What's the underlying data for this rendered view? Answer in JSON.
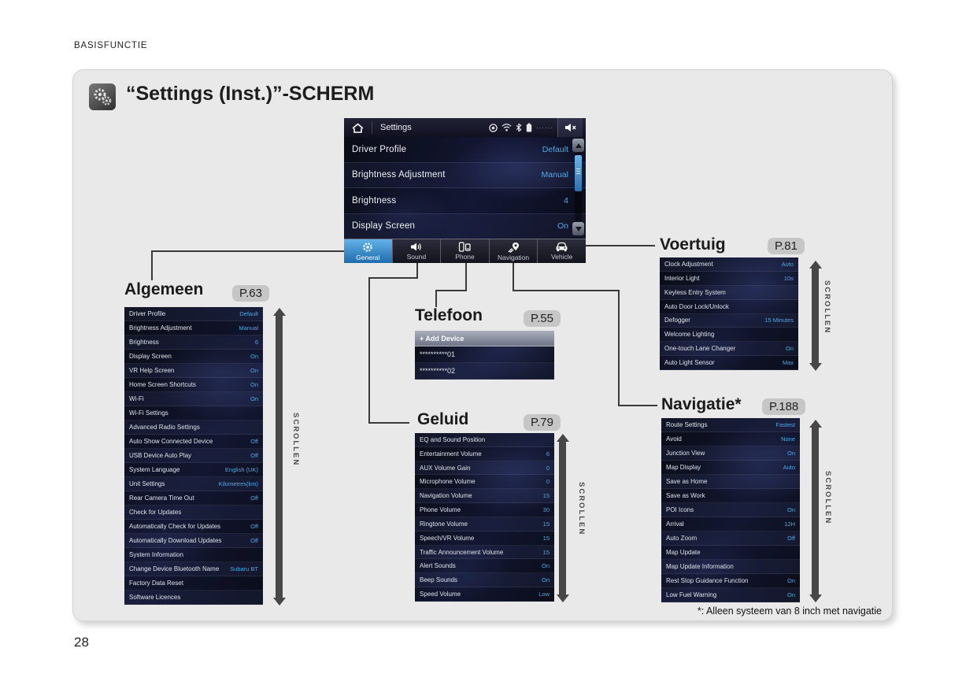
{
  "page": {
    "header_label": "BASISFUNCTIE",
    "title": "“Settings (Inst.)”-SCHERM",
    "footnote": "*: Alleen systeem van 8 inch met navigatie",
    "page_number": "28",
    "scroll_label": "SCROLLEN"
  },
  "colors": {
    "panel_bg": "#e9e9e9",
    "accent_blue": "#4fa8e8",
    "selected_tab_blue": "#2f7fc4",
    "screen_bg": "#0d0f1c",
    "connector_line": "#3a3a3a"
  },
  "screenshot": {
    "header": {
      "title": "Settings",
      "status_icons": [
        "disc-icon",
        "wifi-icon",
        "bluetooth-icon",
        "battery-icon",
        "signal-dots",
        "mute-icon"
      ]
    },
    "rows": [
      {
        "label": "Driver Profile",
        "value": "Default"
      },
      {
        "label": "Brightness Adjustment",
        "value": "Manual"
      },
      {
        "label": "Brightness",
        "value": "4"
      },
      {
        "label": "Display Screen",
        "value": "On"
      }
    ],
    "tabs": [
      {
        "label": "General",
        "icon": "gear",
        "selected": true
      },
      {
        "label": "Sound",
        "icon": "speaker"
      },
      {
        "label": "Phone",
        "icon": "phone"
      },
      {
        "label": "Navigation",
        "icon": "map-pin"
      },
      {
        "label": "Vehicle",
        "icon": "car"
      }
    ]
  },
  "sections": {
    "algemeen": {
      "title": "Algemeen",
      "page_ref": "P.63",
      "rows": [
        {
          "label": "Driver Profile",
          "value": "Default"
        },
        {
          "label": "Brightness Adjustment",
          "value": "Manual"
        },
        {
          "label": "Brightness",
          "value": "6"
        },
        {
          "label": "Display Screen",
          "value": "On"
        },
        {
          "label": "VR Help Screen",
          "value": "On"
        },
        {
          "label": "Home Screen Shortcuts",
          "value": "On"
        },
        {
          "label": "Wi-Fi",
          "value": "On"
        },
        {
          "label": "Wi-Fi Settings",
          "value": ""
        },
        {
          "label": "Advanced Radio Settings",
          "value": ""
        },
        {
          "label": "Auto Show Connected Device",
          "value": "Off"
        },
        {
          "label": "USB Device Auto Play",
          "value": "Off"
        },
        {
          "label": "System Language",
          "value": "English (UK)"
        },
        {
          "label": "Unit Settings",
          "value": "Kilometres(km)"
        },
        {
          "label": "Rear Camera Time Out",
          "value": "Off"
        },
        {
          "label": "Check for Updates",
          "value": ""
        },
        {
          "label": "Automatically Check for Updates",
          "value": "Off"
        },
        {
          "label": "Automatically Download Updates",
          "value": "Off"
        },
        {
          "label": "System Information",
          "value": ""
        },
        {
          "label": "Change Device Bluetooth Name",
          "value": "Subaru BT"
        },
        {
          "label": "Factory Data Reset",
          "value": ""
        },
        {
          "label": "Software Licences",
          "value": ""
        }
      ]
    },
    "telefoon": {
      "title": "Telefoon",
      "page_ref": "P.55",
      "rows": [
        {
          "label": "+ Add Device",
          "value": "",
          "header": true
        },
        {
          "label": "**********01",
          "value": ""
        },
        {
          "label": "**********02",
          "value": ""
        }
      ]
    },
    "geluid": {
      "title": "Geluid",
      "page_ref": "P.79",
      "rows": [
        {
          "label": "EQ and Sound Position",
          "value": ""
        },
        {
          "label": "Entertainment Volume",
          "value": "6"
        },
        {
          "label": "AUX Volume Gain",
          "value": "0"
        },
        {
          "label": "Microphone Volume",
          "value": "0"
        },
        {
          "label": "Navigation Volume",
          "value": "15"
        },
        {
          "label": "Phone Volume",
          "value": "30"
        },
        {
          "label": "Ringtone Volume",
          "value": "15"
        },
        {
          "label": "Speech/VR Volume",
          "value": "15"
        },
        {
          "label": "Traffic Announcement Volume",
          "value": "15"
        },
        {
          "label": "Alert Sounds",
          "value": "On"
        },
        {
          "label": "Beep Sounds",
          "value": "On"
        },
        {
          "label": "Speed Volume",
          "value": "Low"
        }
      ]
    },
    "voertuig": {
      "title": "Voertuig",
      "page_ref": "P.81",
      "rows": [
        {
          "label": "Clock Adjustment",
          "value": "Auto"
        },
        {
          "label": "Interior Light",
          "value": "10s"
        },
        {
          "label": "Keyless Entry System",
          "value": ""
        },
        {
          "label": "Auto Door Lock/Unlock",
          "value": ""
        },
        {
          "label": "Defogger",
          "value": "15 Minutes"
        },
        {
          "label": "Welcome Lighting",
          "value": ""
        },
        {
          "label": "One-touch Lane Changer",
          "value": "On"
        },
        {
          "label": "Auto Light Sensor",
          "value": "Max"
        }
      ]
    },
    "navigatie": {
      "title": "Navigatie*",
      "page_ref": "P.188",
      "rows": [
        {
          "label": "Route Settings",
          "value": "Fastest"
        },
        {
          "label": "Avoid",
          "value": "None"
        },
        {
          "label": "Junction View",
          "value": "On"
        },
        {
          "label": "Map Display",
          "value": "Auto"
        },
        {
          "label": "Save as Home",
          "value": ""
        },
        {
          "label": "Save as Work",
          "value": ""
        },
        {
          "label": "POI Icons",
          "value": "On"
        },
        {
          "label": "Arrival",
          "value": "12H"
        },
        {
          "label": "Auto Zoom",
          "value": "Off"
        },
        {
          "label": "Map Update",
          "value": ""
        },
        {
          "label": "Map Update Information",
          "value": ""
        },
        {
          "label": "Rest Stop Guidance Function",
          "value": "On"
        },
        {
          "label": "Low Fuel Warning",
          "value": "On"
        }
      ]
    }
  }
}
